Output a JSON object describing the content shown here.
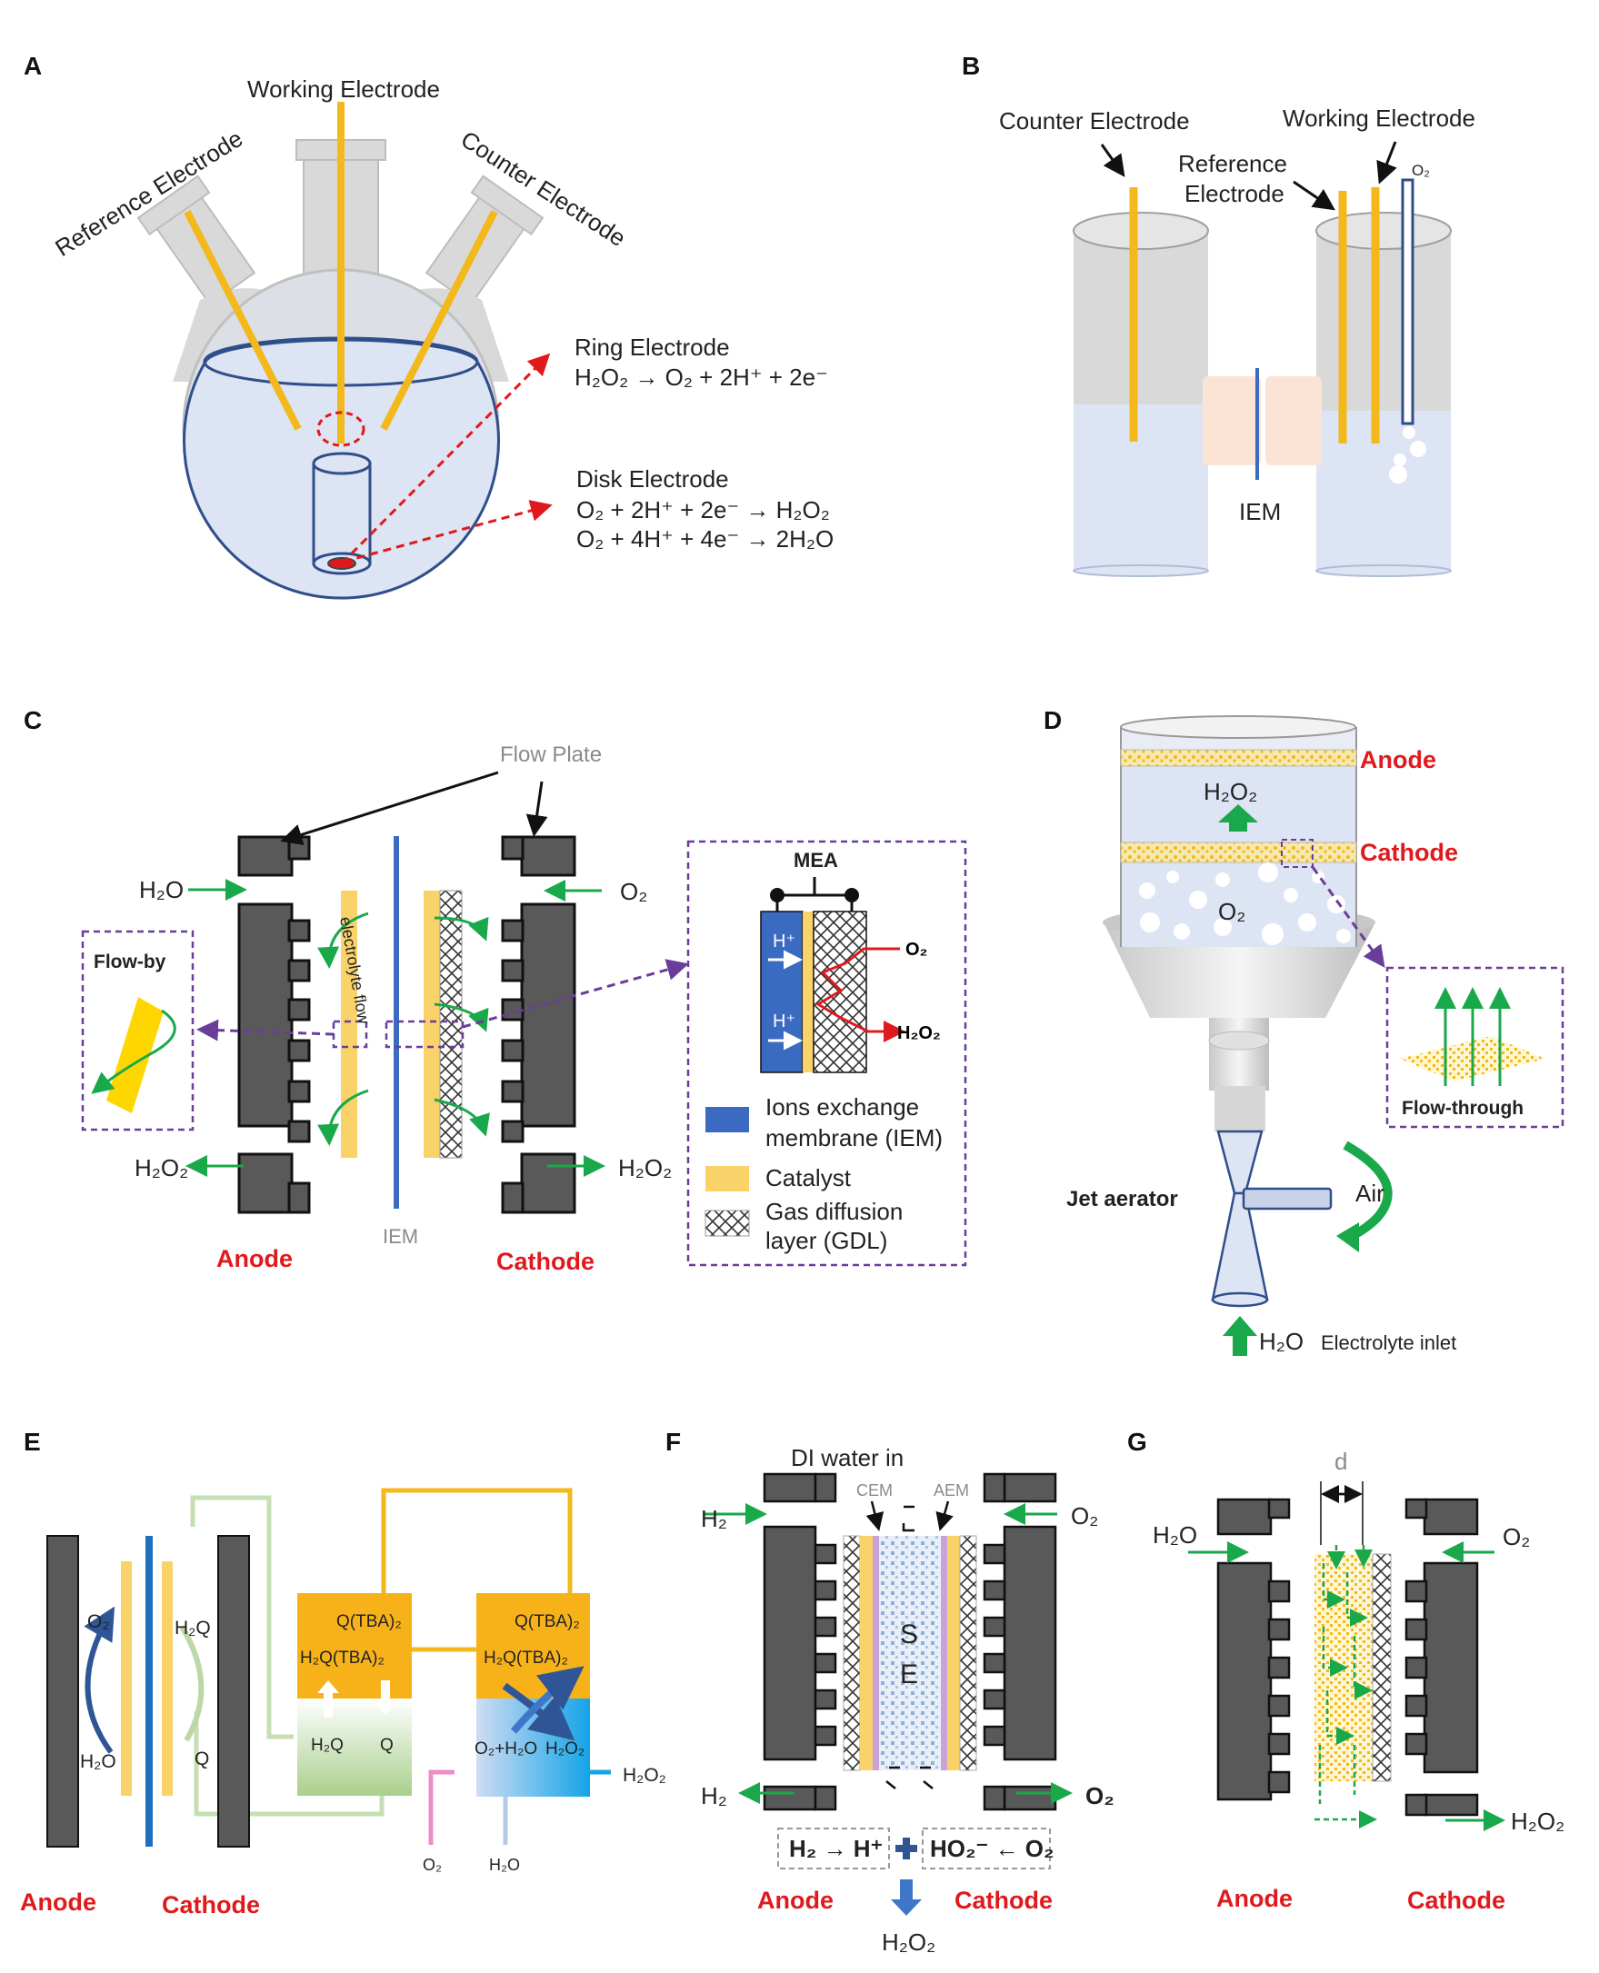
{
  "panels": {
    "a": {
      "letter": "A",
      "working_electrode": "Working Electrode",
      "reference_electrode": "Reference Electrode",
      "counter_electrode": "Counter Electrode",
      "ring_electrode": "Ring Electrode",
      "ring_reaction": "H₂O₂ → O₂ + 2H⁺ + 2e⁻",
      "disk_electrode": "Disk Electrode",
      "disk_reaction_1": "O₂ + 2H⁺ + 2e⁻ → H₂O₂",
      "disk_reaction_2": "O₂ + 4H⁺ + 4e⁻ → 2H₂O"
    },
    "b": {
      "letter": "B",
      "counter_electrode": "Counter Electrode",
      "working_electrode": "Working  Electrode",
      "reference_electrode_1": "Reference",
      "reference_electrode_2": "Electrode",
      "o2": "O₂",
      "iem": "IEM"
    },
    "c": {
      "letter": "C",
      "flow_plate": "Flow Plate",
      "h2o": "H₂O",
      "o2": "O₂",
      "h2o2_left": "H₂O₂",
      "h2o2_right": "H₂O₂",
      "electrolyte_flow": "electrolyte flow",
      "flow_by": "Flow-by",
      "iem": "IEM",
      "anode": "Anode",
      "cathode": "Cathode",
      "mea": "MEA",
      "h_plus": "H⁺",
      "mea_o2": "O₂",
      "mea_h2o2": "H₂O₂",
      "legend_iem_1": "Ions exchange",
      "legend_iem_2": "membrane (IEM)",
      "legend_catalyst": "Catalyst",
      "legend_gdl_1": "Gas diffusion",
      "legend_gdl_2": "layer (GDL)"
    },
    "d": {
      "letter": "D",
      "anode": "Anode",
      "cathode": "Cathode",
      "h2o2": "H₂O₂",
      "o2": "O₂",
      "flow_through": "Flow-through",
      "jet_aerator": "Jet aerator",
      "air": "Air",
      "h2o": "H₂O",
      "electrolyte_inlet": "Electrolyte  inlet"
    },
    "e": {
      "letter": "E",
      "o2": "O₂",
      "h2o": "H₂O",
      "h2q": "H₂Q",
      "q": "Q",
      "q_tba_1": "Q(TBA)₂",
      "h2q_tba_1": "H₂Q(TBA)₂",
      "q_tba_2": "Q(TBA)₂",
      "h2q_tba_2": "H₂Q(TBA)₂",
      "tank_h2q": "H₂Q",
      "tank_q": "Q",
      "o2_h2o": "O₂+H₂O",
      "h2o2_tank": "H₂O₂",
      "h2o2_out": "H₂O₂",
      "o2_in": "O₂",
      "h2o_in": "H₂O",
      "anode": "Anode",
      "cathode": "Cathode"
    },
    "f": {
      "letter": "F",
      "di_water_in": "DI water in",
      "cem": "CEM",
      "aem": "AEM",
      "h2_in": "H₂",
      "h2_out": "H₂",
      "o2_in": "O₂",
      "o2_out": "O₂",
      "s": "S",
      "e": "E",
      "anode_reaction": "H₂ → H⁺",
      "cathode_reaction": "HO₂⁻ ← O₂",
      "anode": "Anode",
      "cathode": "Cathode",
      "h2o2": "H₂O₂"
    },
    "g": {
      "letter": "G",
      "d": "d",
      "h2o": "H₂O",
      "o2": "O₂",
      "h2o2": "H₂O₂",
      "anode": "Anode",
      "cathode": "Cathode"
    }
  },
  "colors": {
    "electrode": "#f3b81c",
    "membrane": "#3b6bc0",
    "plate": "#595959",
    "arrow_green": "#19a84a",
    "label_red": "#e0191c",
    "purple": "#6b3d9a",
    "electrolyte": "#dde4f3",
    "glass": "#d9d9d9"
  }
}
